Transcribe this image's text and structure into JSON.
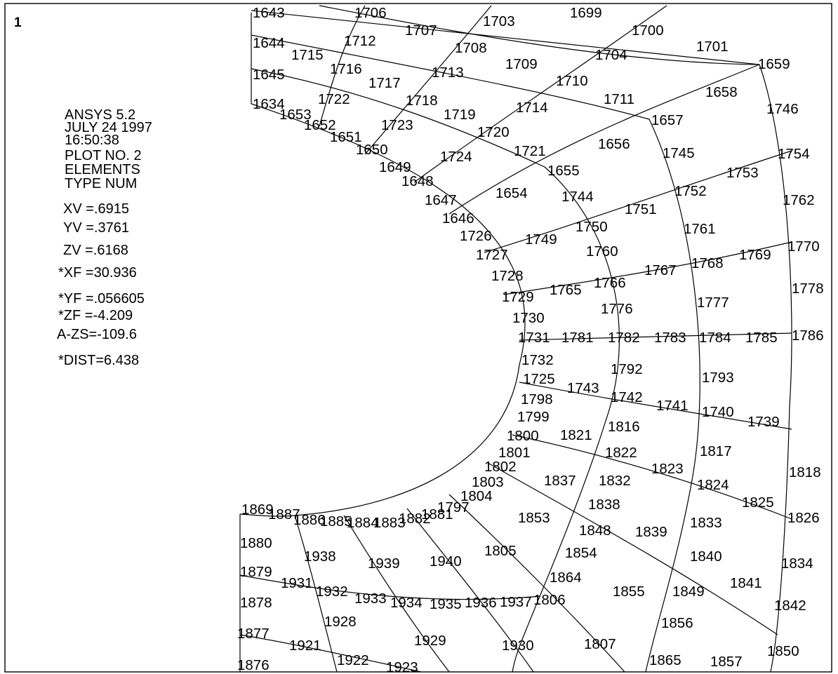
{
  "window_number": "1",
  "info": {
    "header": [
      "ANSYS 5.2",
      "JULY 24 1997",
      "16:50:38",
      "PLOT NO.  2",
      "ELEMENTS",
      "TYPE NUM"
    ],
    "views": [
      "XV  =.6915",
      "YV  =.3761",
      "ZV  =.6168",
      "*XF  =30.936",
      "*YF  =.056605",
      "*ZF  =-4.209",
      "A-ZS=-109.6",
      "*DIST=6.438"
    ]
  },
  "element_numbers": [
    "1643",
    "1706",
    "1707",
    "1703",
    "1699",
    "1700",
    "1701",
    "1659",
    "1644",
    "1715",
    "1712",
    "1708",
    "1709",
    "1704",
    "1645",
    "1716",
    "1717",
    "1713",
    "1710",
    "1711",
    "1658",
    "1634",
    "1653",
    "1722",
    "1718",
    "1719",
    "1714",
    "1657",
    "1746",
    "1652",
    "1651",
    "1723",
    "1720",
    "1656",
    "1650",
    "1649",
    "1724",
    "1721",
    "1655",
    "1745",
    "1754",
    "1648",
    "1647",
    "1654",
    "1744",
    "1752",
    "1753",
    "1762",
    "1646",
    "1751",
    "1750",
    "1761",
    "1726",
    "1749",
    "1727",
    "1760",
    "1770",
    "1769",
    "1768",
    "1767",
    "1728",
    "1766",
    "1765",
    "1729",
    "1778",
    "1776",
    "1777",
    "1730",
    "1731",
    "1781",
    "1782",
    "1783",
    "1784",
    "1785",
    "1786",
    "1732",
    "1792",
    "1793",
    "1725",
    "1743",
    "1742",
    "1741",
    "1740",
    "1739",
    "1798",
    "1799",
    "1816",
    "1800",
    "1821",
    "1822",
    "1817",
    "1801",
    "1818",
    "1823",
    "1802",
    "1803",
    "1837",
    "1832",
    "1824",
    "1804",
    "1825",
    "1797",
    "1838",
    "1826",
    "1869",
    "1887",
    "1886",
    "1885",
    "1884",
    "1883",
    "1882",
    "1881",
    "1853",
    "1848",
    "1839",
    "1833",
    "1880",
    "1805",
    "1854",
    "1938",
    "1939",
    "1940",
    "1840",
    "1834",
    "1879",
    "1864",
    "1931",
    "1932",
    "1933",
    "1855",
    "1841",
    "1849",
    "1878",
    "1806",
    "1934",
    "1935",
    "1936",
    "1937",
    "1842",
    "1856",
    "1928",
    "1877",
    "1921",
    "1929",
    "1930",
    "1807",
    "1850",
    "1922",
    "1876",
    "1923",
    "1865",
    "1857"
  ]
}
